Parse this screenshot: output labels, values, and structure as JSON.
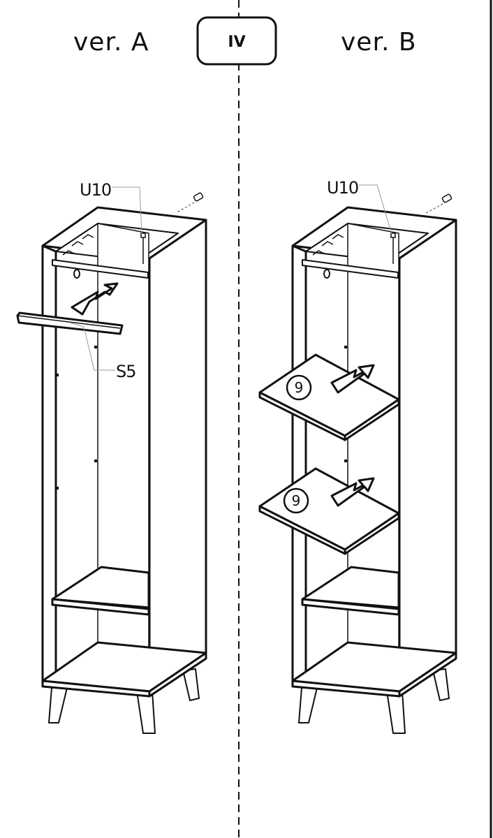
{
  "step": {
    "label": "IV"
  },
  "versions": [
    {
      "label": "ver. A"
    },
    {
      "label": "ver. B"
    }
  ],
  "parts": {
    "u10": "U10",
    "s5": "S5",
    "shelf_number": "9"
  }
}
